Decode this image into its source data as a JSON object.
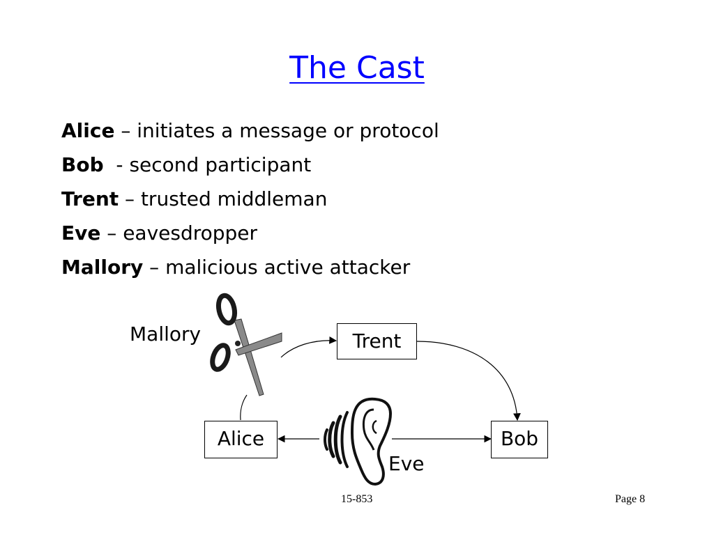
{
  "slide": {
    "title": "The Cast"
  },
  "cast": [
    {
      "name": "Alice",
      "separator": " – ",
      "role": "initiates a message or protocol"
    },
    {
      "name": "Bob",
      "separator": "  - ",
      "role": "second participant"
    },
    {
      "name": "Trent",
      "separator": " – ",
      "role": "trusted middleman"
    },
    {
      "name": "Eve",
      "separator": " – ",
      "role": "eavesdropper"
    },
    {
      "name": "Mallory",
      "separator": " – ",
      "role": "malicious active attacker"
    }
  ],
  "diagram": {
    "mallory_label": "Mallory",
    "trent_label": "Trent",
    "alice_label": "Alice",
    "bob_label": "Bob",
    "eve_label": "Eve",
    "icons": [
      "scissors-icon",
      "ear-icon",
      "sound-waves-icon"
    ]
  },
  "footer": {
    "course": "15-853",
    "page": "Page 8"
  }
}
